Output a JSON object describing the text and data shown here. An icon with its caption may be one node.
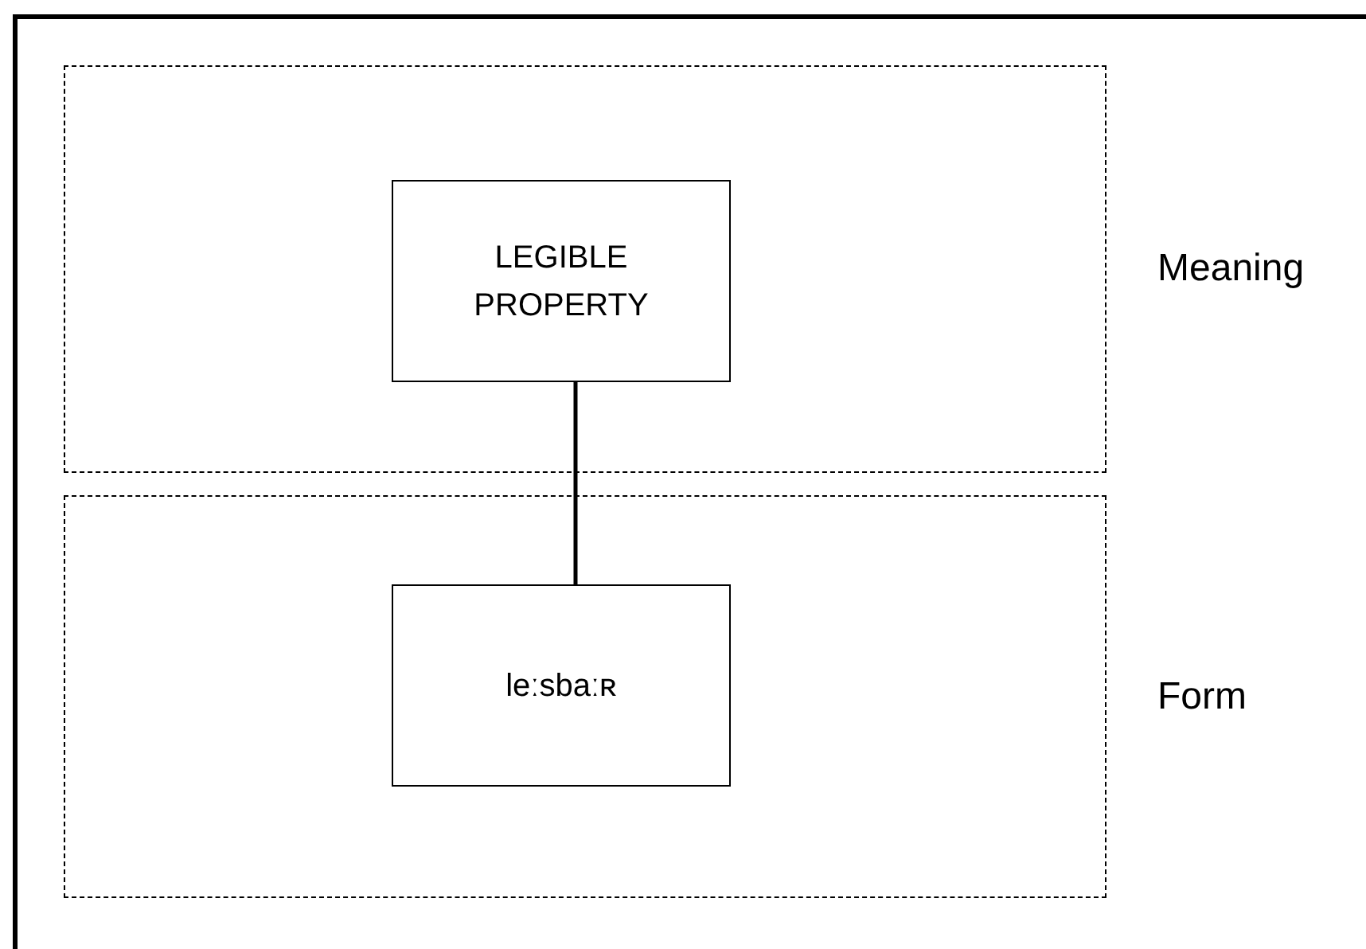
{
  "diagram": {
    "nodes": [
      {
        "text": [
          "Meaning"
        ]
      },
      {
        "text": [
          "LEGIBLE PROPERTY"
        ],
        "in": 0
      },
      {
        "text": [
          "Form"
        ]
      },
      {
        "text": [
          "leːsbaːʀ"
        ],
        "in": 2
      }
    ],
    "edges": [
      {
        "from": 1,
        "to": 3,
        "arrow": "none"
      }
    ]
  }
}
